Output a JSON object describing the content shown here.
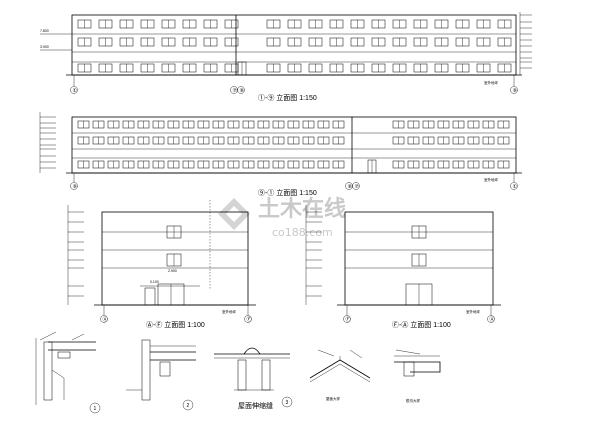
{
  "captions": {
    "e1": "①-⑨ 立面图 1:150",
    "e2": "⑨-① 立面图 1:150",
    "e3": "Ⓐ-Ⓕ 立面图 1:100",
    "e4": "Ⓕ-Ⓐ 立面图 1:100"
  },
  "axes": {
    "e1_left": "①",
    "e1_mid_a": "⑦",
    "e1_mid_b": "⑧",
    "e1_right": "⑨",
    "e2_left": "⑨",
    "e2_mid_a": "⑧",
    "e2_mid_b": "⑦",
    "e2_right": "①",
    "e3_left": "Ⓐ",
    "e3_right": "Ⓕ",
    "e4_left": "Ⓕ",
    "e4_right": "Ⓐ"
  },
  "labels": {
    "ground": "室外地坪",
    "level_a": "7.800",
    "level_b": "3.900",
    "level_c": "0.100",
    "level_d": "2.900"
  },
  "details": {
    "d1": "1",
    "d2": "2",
    "d3": "3",
    "roof_joint": "屋面伸缩缝",
    "ridge": "屋面大样",
    "gutter": "檐沟大样"
  },
  "watermark": {
    "main": "土木在线",
    "sub": "co188.com"
  },
  "colors": {
    "line": "#000000",
    "background": "#ffffff",
    "watermark": "#c9c9c9"
  }
}
